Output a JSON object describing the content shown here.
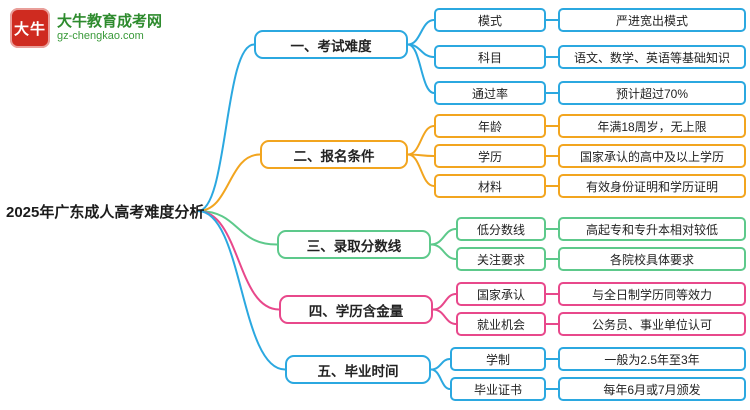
{
  "logo": {
    "seal_text": "大牛",
    "site_name": "大牛教育成考网",
    "site_url": "gz-chengkao.com"
  },
  "root": {
    "title": "2025年广东成人高考难度分析"
  },
  "colors": {
    "blue": "#2ba8e0",
    "orange": "#f2a51f",
    "green": "#5dc98b",
    "pink": "#e8488b",
    "logo_red": "#cf2b20",
    "logo_green": "#2e8b2e"
  },
  "branches": [
    {
      "label": "一、考试难度",
      "color": "#2ba8e0",
      "children": [
        {
          "key": "模式",
          "value": "严进宽出模式"
        },
        {
          "key": "科目",
          "value": "语文、数学、英语等基础知识"
        },
        {
          "key": "通过率",
          "value": "预计超过70%"
        }
      ]
    },
    {
      "label": "二、报名条件",
      "color": "#f2a51f",
      "children": [
        {
          "key": "年龄",
          "value": "年满18周岁，无上限"
        },
        {
          "key": "学历",
          "value": "国家承认的高中及以上学历"
        },
        {
          "key": "材料",
          "value": "有效身份证明和学历证明"
        }
      ]
    },
    {
      "label": "三、录取分数线",
      "color": "#5dc98b",
      "children": [
        {
          "key": "低分数线",
          "value": "高起专和专升本相对较低"
        },
        {
          "key": "关注要求",
          "value": "各院校具体要求"
        }
      ]
    },
    {
      "label": "四、学历含金量",
      "color": "#e8488b",
      "children": [
        {
          "key": "国家承认",
          "value": "与全日制学历同等效力"
        },
        {
          "key": "就业机会",
          "value": "公务员、事业单位认可"
        }
      ]
    },
    {
      "label": "五、毕业时间",
      "color": "#2ba8e0",
      "children": [
        {
          "key": "学制",
          "value": "一般为2.5年至3年"
        },
        {
          "key": "毕业证书",
          "value": "每年6月或7月颁发"
        }
      ]
    }
  ]
}
